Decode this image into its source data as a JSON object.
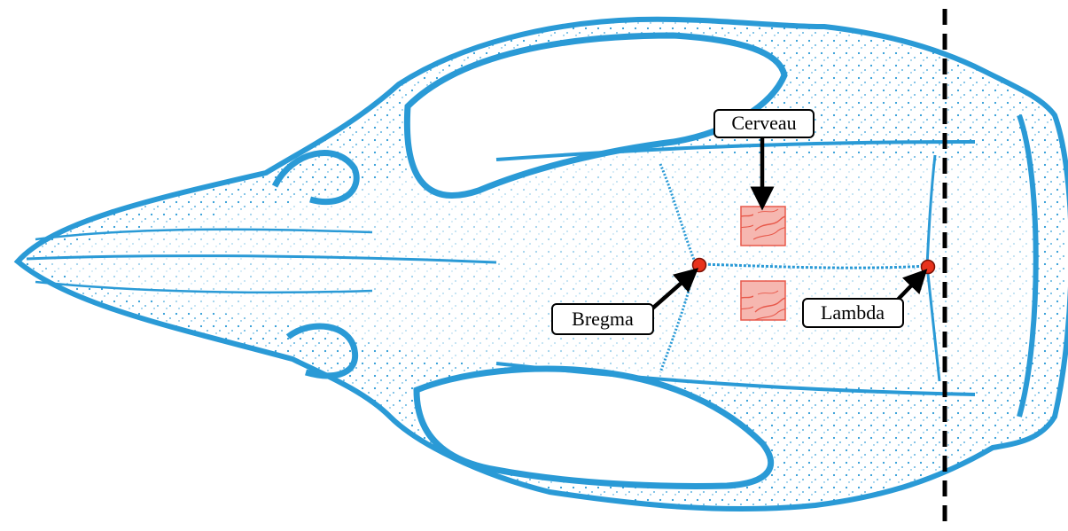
{
  "diagram": {
    "labels": {
      "cerveau": "Cerveau",
      "bregma": "Bregma",
      "lambda": "Lambda"
    },
    "colors": {
      "skull": "#2a9ad6",
      "skull_light": "#6cc0ea",
      "brain_patch_fill": "#f6b7b0",
      "brain_patch_stroke": "#e8584a",
      "landmark_dot": "#e8321c",
      "arrow": "#000000",
      "cut_line": "#000000"
    },
    "icons": [
      "skull-illustration",
      "brain-tissue-patch",
      "landmark-dot",
      "arrow",
      "dashed-cut-line"
    ]
  }
}
